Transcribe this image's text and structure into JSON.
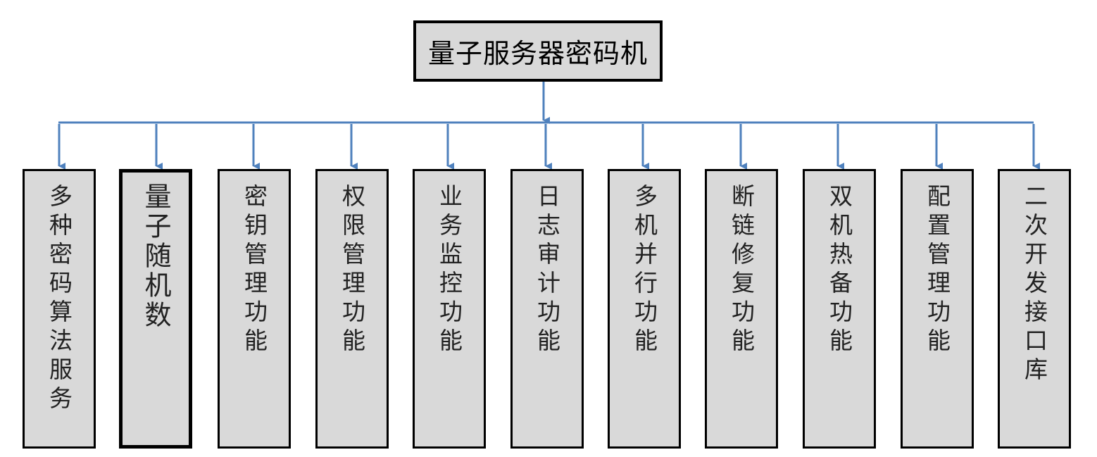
{
  "root": {
    "label": "量子服务器密码机"
  },
  "children": [
    {
      "label": "多种密码算法服务"
    },
    {
      "label": "量子随机数",
      "emphasized": true
    },
    {
      "label": "密钥管理功能"
    },
    {
      "label": "权限管理功能"
    },
    {
      "label": "业务监控功能"
    },
    {
      "label": "日志审计功能"
    },
    {
      "label": "多机并行功能"
    },
    {
      "label": "断链修复功能"
    },
    {
      "label": "双机热备功能"
    },
    {
      "label": "配置管理功能"
    },
    {
      "label": "二次开发接口库"
    }
  ],
  "colors": {
    "connector": "#4f81bd",
    "box_fill": "#d9d9d9",
    "box_border": "#000000"
  }
}
